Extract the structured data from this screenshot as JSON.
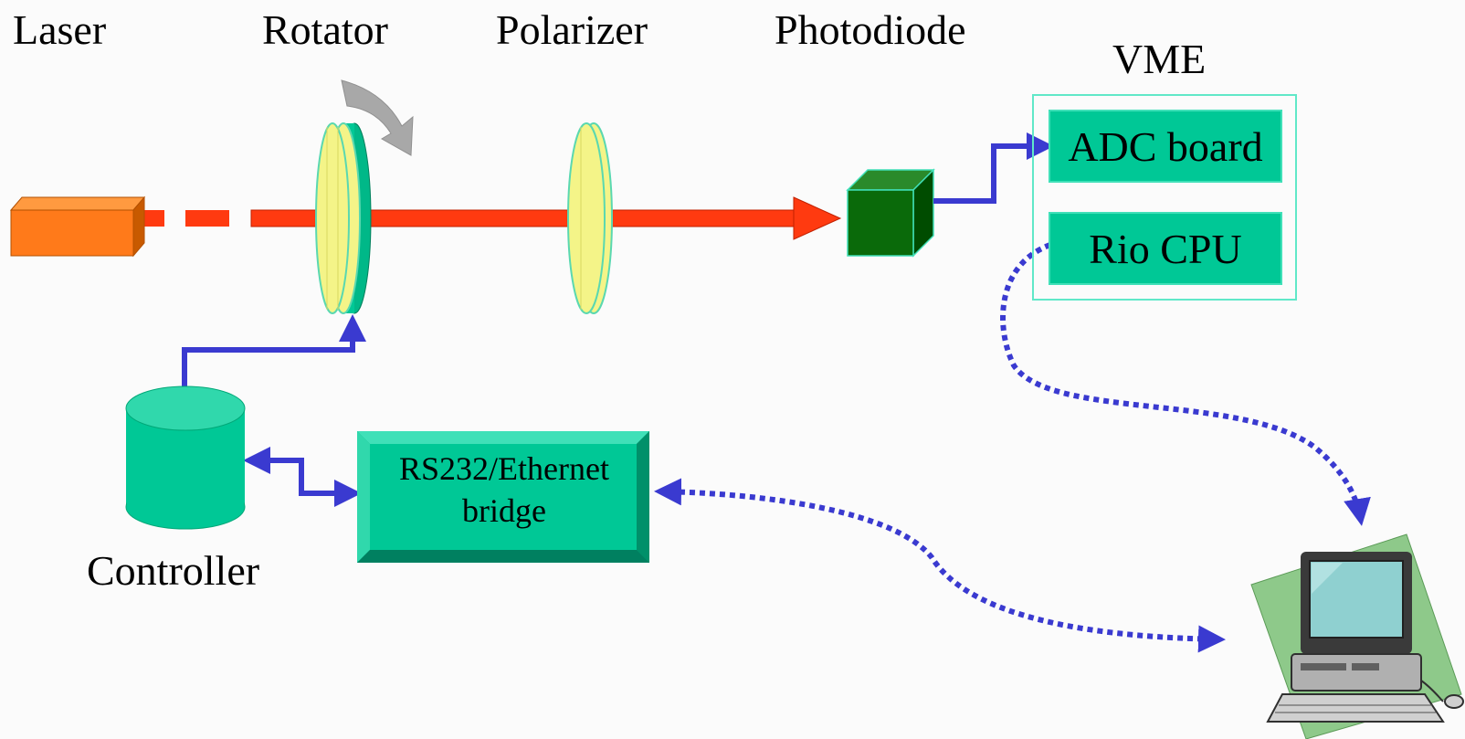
{
  "labels": {
    "laser": "Laser",
    "rotator": "Rotator",
    "polarizer": "Polarizer",
    "photodiode": "Photodiode",
    "vme": "VME",
    "adc_board": "ADC board",
    "rio_cpu": "Rio CPU",
    "controller": "Controller",
    "bridge_line1": "RS232/Ethernet",
    "bridge_line2": "bridge"
  },
  "colors": {
    "background": "#fbfbfb",
    "laser_body": "#ff7a1a",
    "beam": "#ff3a10",
    "lens": "#f4f488",
    "teal": "#00c896",
    "photodiode": "#0a6a0a",
    "wire": "#3a3ad0",
    "computer_bg": "#8ec98a"
  },
  "icons": [
    "laser-icon",
    "rotator-icon",
    "polarizer-icon",
    "photodiode-icon",
    "controller-icon",
    "bridge-icon",
    "computer-icon",
    "rotation-arrow-icon"
  ]
}
